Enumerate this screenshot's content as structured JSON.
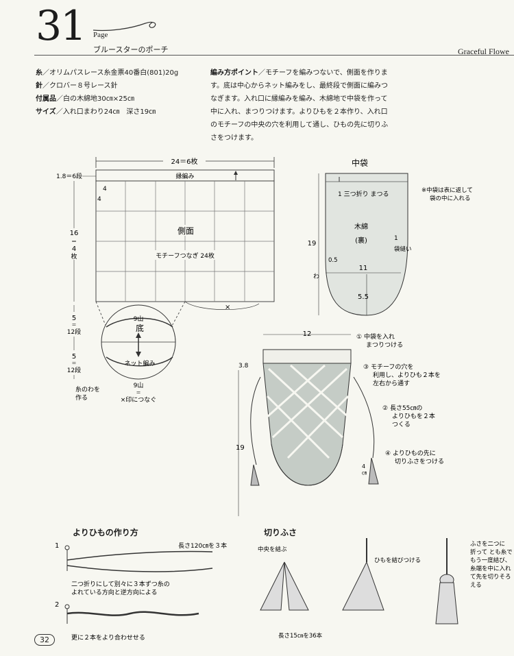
{
  "header": {
    "number": "31",
    "page_word": "Page",
    "title": "ブルースターのポーチ",
    "running_head": "Graceful Flowe"
  },
  "materials": [
    {
      "label": "糸",
      "text": "／オリムパスレース糸金票40番白(801)20g"
    },
    {
      "label": "針",
      "text": "／クロバー８号レース針"
    },
    {
      "label": "付属品",
      "text": "／白の木綿地30㎝×25㎝"
    },
    {
      "label": "サイズ",
      "text": "／入れ口まわり24㎝　深さ19㎝"
    }
  ],
  "tips": {
    "label": "編み方ポイント",
    "text": "／モチーフを編みつないで、側面を作ります。底は中心からネット編みをし、最終段で側面に編みつなぎます。入れ口に縁編みを編み、木綿地で中袋を作って中に入れ、まつりつけます。よりひもを２本作り、入れ口のモチーフの中央の穴を利用して通し、ひもの先に切りふさをつけます。"
  },
  "side_diagram": {
    "width_label": "24＝6枚",
    "edge_height": "1.8＝6段",
    "edge_label": "縁編み",
    "inner4a": "4",
    "inner4b": "4",
    "center_label": "側面",
    "sub_label": "モチーフつなぎ 24枚",
    "height_top": "16",
    "height_eq": "＝",
    "height_bottom": "4",
    "height_unit": "枚",
    "x_mark": "×",
    "base_top_num": "5",
    "base_top_eq": "＝",
    "base_top_rows": "12段",
    "base_bot_num": "5",
    "base_bot_eq": "＝",
    "base_bot_rows": "12段",
    "base_top_pleat": "9山",
    "base_label": "底",
    "base_net": "ネット編み",
    "base_bot_pleat": "9山",
    "base_eq": "＝",
    "loop_label_1": "糸のわを",
    "loop_label_2": "作る",
    "join_label": "×印につなぐ"
  },
  "inner_bag": {
    "title": "中袋",
    "fold_label": "1  三つ折り  まつる",
    "note_1": "※中袋は表に返して",
    "note_2": "袋の中に入れる",
    "fabric_1": "木綿",
    "fabric_2": "(裏)",
    "seam_num": "1",
    "seam_label": "袋縫い",
    "height": "19",
    "margin": "0.5",
    "wa": "わ",
    "width": "11",
    "bottom": "5.5"
  },
  "finished": {
    "width": "12",
    "top_height": "3.8",
    "height": "19",
    "tassel_len": "4",
    "tassel_unit": "㎝",
    "steps": [
      {
        "num": "①",
        "line1": "中袋を入れ",
        "line2": "まつりつける"
      },
      {
        "num": "③",
        "line1": "モチーフの穴を",
        "line2": "利用し、よりひも２本を",
        "line3": "左右から通す"
      },
      {
        "num": "②",
        "line1": "長さ55㎝の",
        "line2": "よりひもを２本",
        "line3": "つくる"
      },
      {
        "num": "④",
        "line1": "よりひもの先に",
        "line2": "切りふさをつける"
      }
    ]
  },
  "cord": {
    "title": "よりひもの作り方",
    "step1": "1",
    "length": "長さ120㎝を３本",
    "note_1": "二つ折りにして別々に３本ずつ糸の",
    "note_2": "よれている方向と逆方向による",
    "step2": "2",
    "note_3": "更に２本をより合わせせる"
  },
  "tassel": {
    "title": "切りふさ",
    "tie_center": "中央を結ぶ",
    "tie_cord": "ひもを結びつける",
    "fold_1": "ふさを二つに",
    "fold_2": "折って とも糸で",
    "fold_3": "もう一度結び、",
    "fold_4": "糸端を中に入れ",
    "fold_5": "て先を切りそろ",
    "fold_6": "える",
    "length": "長さ15㎝を36本"
  },
  "footer": {
    "page": "32"
  }
}
